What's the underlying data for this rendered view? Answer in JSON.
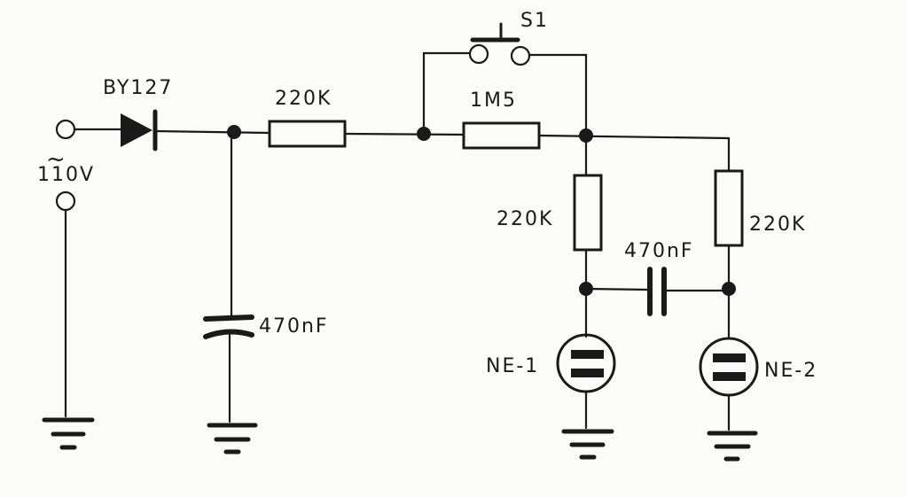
{
  "labels": {
    "diode": "BY127",
    "supply_symbol": "~",
    "supply_voltage": "110V",
    "r1": "220K",
    "r2": "1M5",
    "switch": "S1",
    "c1": "470nF",
    "r3": "220K",
    "r4": "220K",
    "c2": "470nF",
    "lamp1": "NE-1",
    "lamp2": "NE-2"
  },
  "colors": {
    "ink": "#1a1a1a",
    "paper": "#fbfbfa"
  }
}
